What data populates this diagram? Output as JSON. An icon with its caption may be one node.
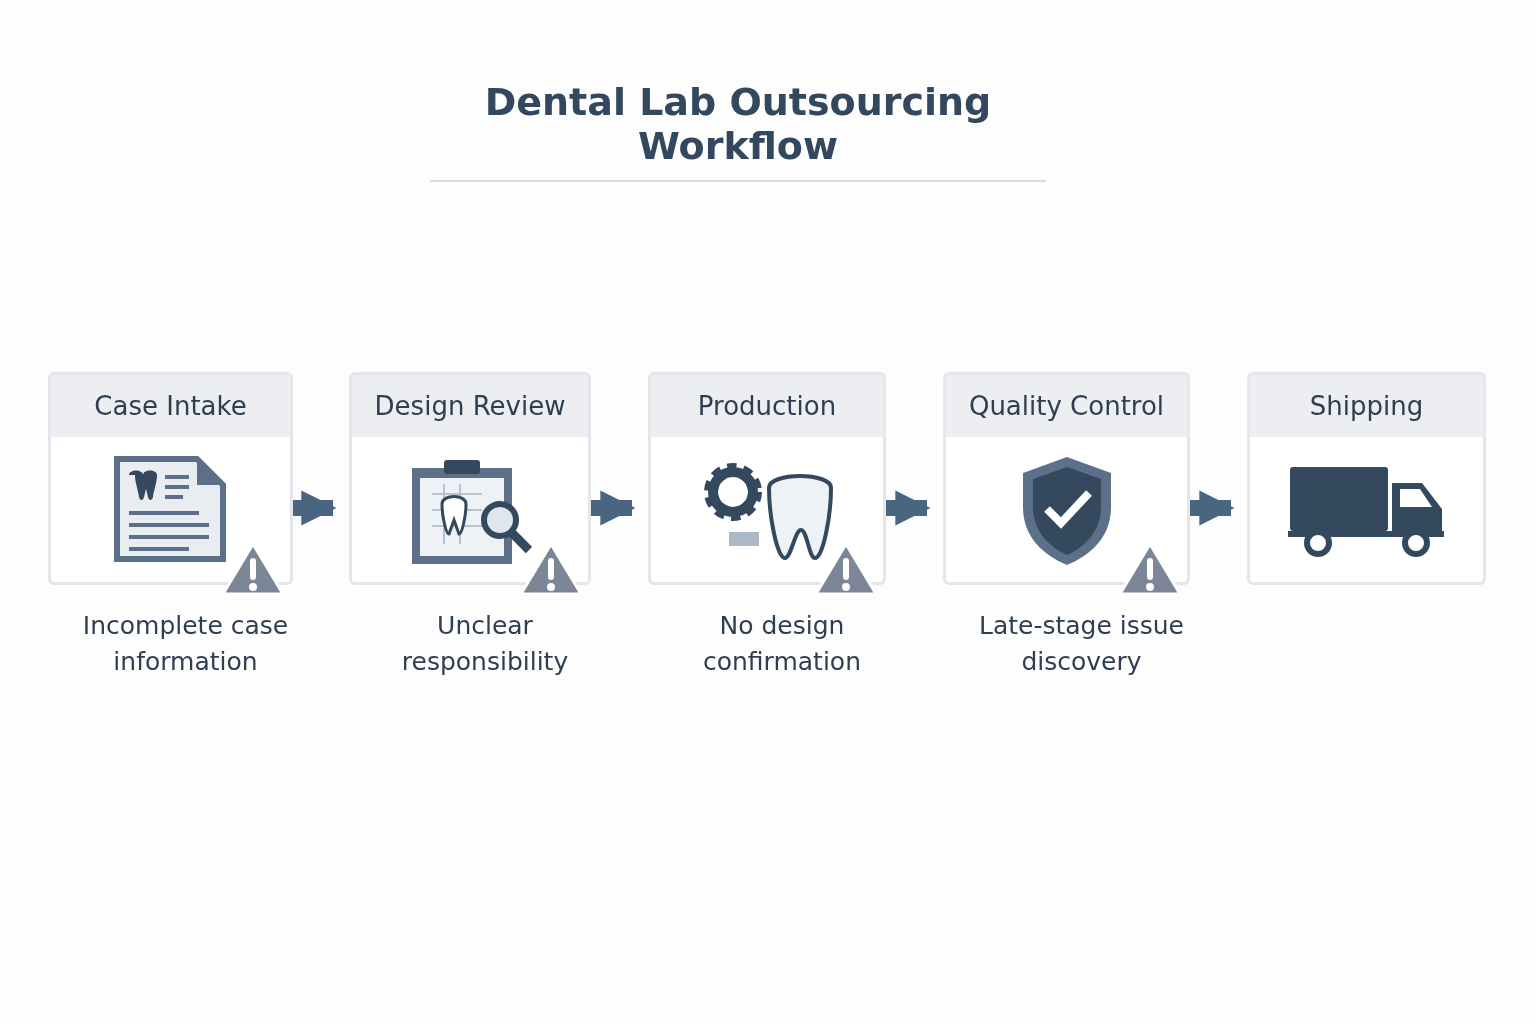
{
  "diagram": {
    "title": "Dental Lab Outsourcing Workflow",
    "nodes": [
      {
        "text": [
          "Case Intake"
        ],
        "beside": [
          "Incomplete case information"
        ]
      },
      {
        "text": [
          "Design Review"
        ],
        "beside": [
          "Unclear responsibility"
        ]
      },
      {
        "text": [
          "Production"
        ],
        "beside": [
          "No design confirmation"
        ]
      },
      {
        "text": [
          "Quality Control"
        ],
        "beside": [
          "Late-stage issue discovery"
        ]
      },
      {
        "text": [
          "Shipping"
        ]
      }
    ],
    "edges": [
      {
        "from": 0,
        "to": 1,
        "arrow": "to"
      },
      {
        "from": 1,
        "to": 2,
        "arrow": "to"
      },
      {
        "from": 2,
        "to": 3,
        "arrow": "to"
      },
      {
        "from": 3,
        "to": 4,
        "arrow": "to"
      }
    ]
  }
}
